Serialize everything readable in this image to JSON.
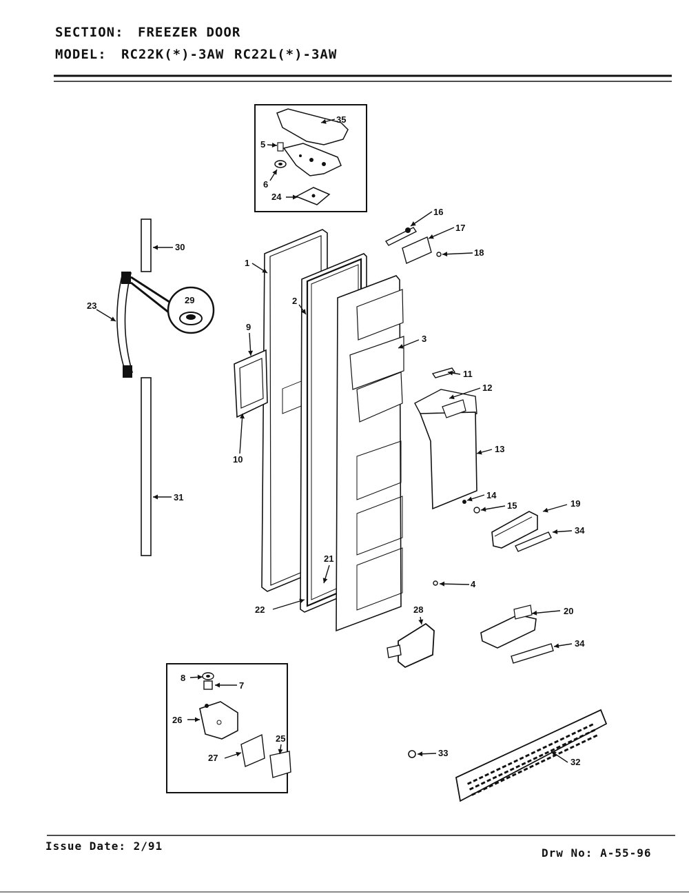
{
  "header": {
    "section_label": "SECTION:",
    "section_value": "FREEZER DOOR",
    "model_label": "MODEL:",
    "model_value_1": "RC22K(*)-3AW",
    "model_value_2": "RC22L(*)-3AW"
  },
  "parts": {
    "p1": "1",
    "p2": "2",
    "p3": "3",
    "p4": "4",
    "p5": "5",
    "p6": "6",
    "p7": "7",
    "p8": "8",
    "p9": "9",
    "p10": "10",
    "p11": "11",
    "p12": "12",
    "p13": "13",
    "p14": "14",
    "p15": "15",
    "p16": "16",
    "p17": "17",
    "p18": "18",
    "p19": "19",
    "p20": "20",
    "p21": "21",
    "p22": "22",
    "p23": "23",
    "p24": "24",
    "p25": "25",
    "p26": "26",
    "p27": "27",
    "p28": "28",
    "p29": "29",
    "p30": "30",
    "p31": "31",
    "p32": "32",
    "p33": "33",
    "p34a": "34",
    "p34b": "34",
    "p35": "35"
  },
  "footer": {
    "issue_date": "Issue Date: 2/91",
    "drawing_no": "Drw No: A-55-96"
  }
}
